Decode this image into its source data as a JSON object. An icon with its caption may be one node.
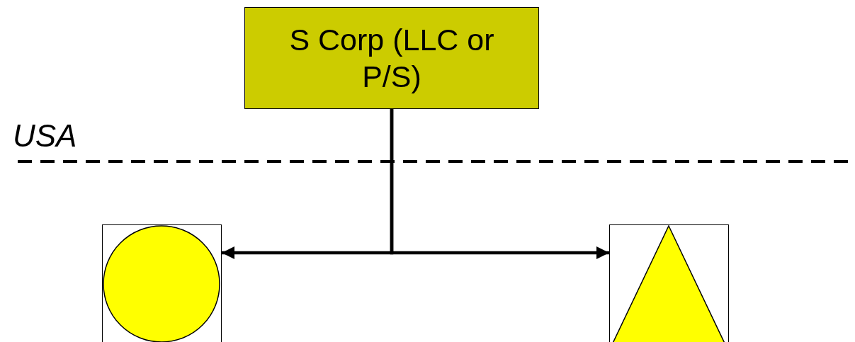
{
  "diagram": {
    "nodes": [
      {
        "text": [
          "S Corp (LLC or P/S)"
        ]
      },
      {
        "text": [],
        "shape": "circle"
      },
      {
        "text": [],
        "shape": "triangle"
      }
    ],
    "edges": [
      {
        "from": 0,
        "to": 1,
        "arrow": "to"
      },
      {
        "from": 0,
        "to": 2,
        "arrow": "to"
      }
    ],
    "labels": [
      "USA"
    ]
  }
}
